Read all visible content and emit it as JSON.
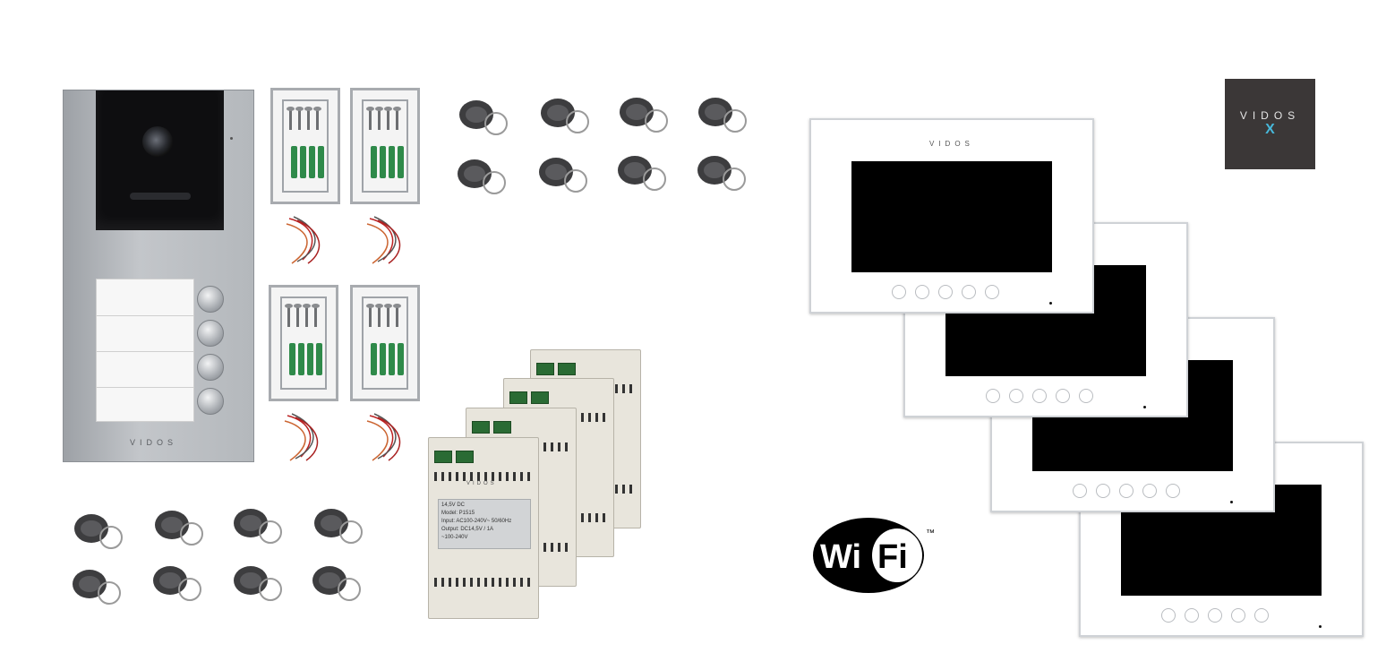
{
  "door_station": {
    "brand": "VIDOS"
  },
  "monitors": [
    {
      "brand": "VIDOS"
    },
    {
      "brand": ""
    },
    {
      "brand": ""
    },
    {
      "brand": ""
    }
  ],
  "power_supply": {
    "brand": "VIDOS",
    "voltage": "14,5V DC",
    "model": "Model:  P1515",
    "input": "Input:   AC100-240V~ 50/60Hz",
    "output": "Output: DC14,5V / 1A",
    "range": "~100-240V"
  },
  "logo": {
    "text": "VIDOS",
    "mark": "X"
  },
  "wifi": {
    "text_left": "Wi",
    "text_right": "Fi",
    "trademark": "™"
  },
  "colors": {
    "logo_bg": "#3b3737",
    "logo_accent": "#47b7d9",
    "terminal_green": "#2a6b34",
    "panel_silver": "#b4b8bc"
  }
}
